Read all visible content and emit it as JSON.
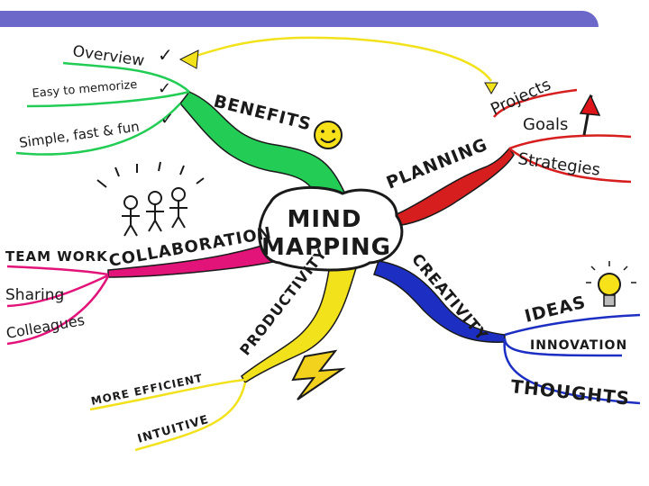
{
  "colors": {
    "top_bar": "#6b68c9",
    "benefits": "#22cc55",
    "planning": "#d61e1e",
    "creativity": "#1c2fc2",
    "productivity": "#f2e21c",
    "collaboration": "#e2147a",
    "outline": "#1a1a1a"
  },
  "center": {
    "line1": "MIND",
    "line2": "MAPPING"
  },
  "branches": {
    "benefits": {
      "label": "BENEFITS",
      "items": [
        "Overview",
        "Easy to memorize",
        "Simple, fast & fun"
      ],
      "checkmark": "✓",
      "icon": "smiley-icon"
    },
    "planning": {
      "label": "PLANNING",
      "items": [
        "Projects",
        "Goals",
        "Strategies"
      ],
      "icon": "flag-icon"
    },
    "creativity": {
      "label": "CREATIVITY",
      "items": [
        "IDEAS",
        "INNOVATION",
        "THOUGHTS"
      ],
      "icon": "lightbulb-icon"
    },
    "productivity": {
      "label": "PRODUCTIVITY",
      "items": [
        "MORE EFFICIENT",
        "INTUITIVE"
      ],
      "icon": "lightning-icon"
    },
    "collaboration": {
      "label": "COLLABORATION",
      "items": [
        "TEAM WORK",
        "Sharing",
        "Colleagues"
      ],
      "icon": "team-icon"
    }
  }
}
